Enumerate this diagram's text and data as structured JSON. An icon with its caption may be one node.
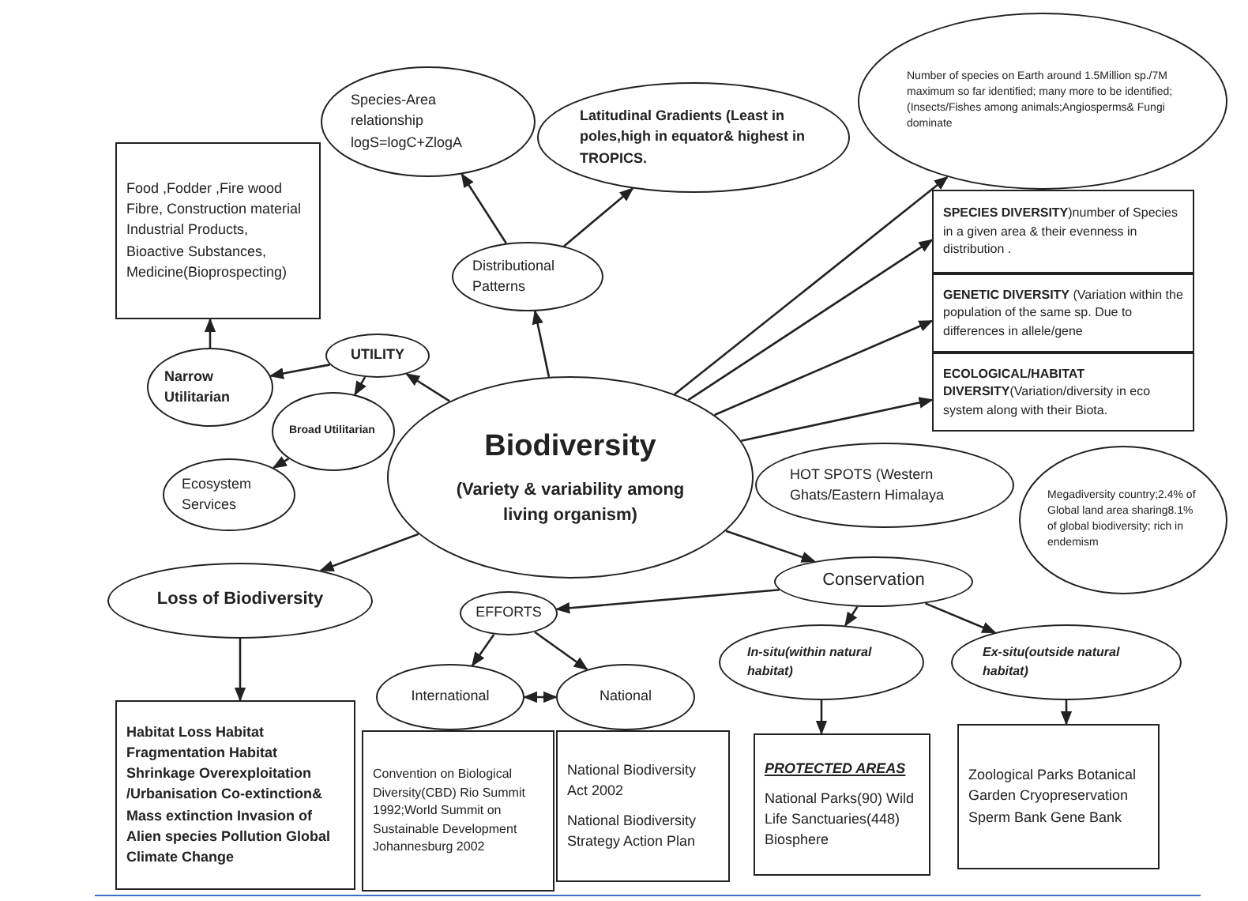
{
  "diagram": {
    "nodes": [
      {
        "text": [
          "Biodiversity",
          "(Variety & variability among living organism)"
        ]
      },
      {
        "text": [
          "Distributional Patterns"
        ]
      },
      {
        "text": [
          "Species-Area relationship logS=logC+ZlogA"
        ]
      },
      {
        "text": [
          "Latitudinal Gradients (Least in poles,high in equator& highest in TROPICS."
        ]
      },
      {
        "text": [
          "Number of species on Earth around 1.5Million sp./7M maximum so far identified; many more to be identified; (Insects/Fishes among animals;Angiosperms& Fungi dominate"
        ]
      },
      {
        "text": [
          "**SPECIES DIVERSITY**)number of Species in a given area & their evenness in distribution ."
        ]
      },
      {
        "text": [
          "**GENETIC DIVERSITY** (Variation within the population of the same sp. Due to differences in allele/gene"
        ]
      },
      {
        "text": [
          "**ECOLOGICAL/HABITAT DIVERSITY**(Variation/diversity in eco system along with their Biota."
        ]
      },
      {
        "text": [
          "UTILITY"
        ]
      },
      {
        "text": [
          "Narrow Utilitarian"
        ]
      },
      {
        "text": [
          "Broad Utilitarian"
        ]
      },
      {
        "text": [
          "Ecosystem Services"
        ]
      },
      {
        "text": [
          "Food ,Fodder ,Fire wood Fibre, Construction material Industrial Products, Bioactive Substances, Medicine(Bioprospecting)"
        ]
      },
      {
        "text": [
          "HOT SPOTS (Western Ghats/Eastern Himalaya"
        ]
      },
      {
        "text": [
          "Megadiversity country;2.4% of Global land area sharing8.1% of global biodiversity; rich in endemism"
        ]
      },
      {
        "text": [
          "Conservation"
        ]
      },
      {
        "text": [
          "Loss of Biodiversity"
        ]
      },
      {
        "text": [
          "EFFORTS"
        ]
      },
      {
        "text": [
          "International"
        ]
      },
      {
        "text": [
          "National"
        ]
      },
      {
        "text": [
          "In-situ(within natural habitat)"
        ]
      },
      {
        "text": [
          "Ex-situ(outside natural habitat)"
        ]
      },
      {
        "text": [
          "Habitat Loss Habitat Fragmentation Habitat Shrinkage Overexploitation /Urbanisation Co-extinction& Mass extinction Invasion of Alien species Pollution Global Climate Change"
        ]
      },
      {
        "text": [
          "Convention on Biological Diversity(CBD) Rio Summit 1992;World Summit on Sustainable Development Johannesburg 2002"
        ]
      },
      {
        "text": [
          "National Biodiversity Act 2002",
          "National Biodiversity Strategy Action Plan"
        ]
      },
      {
        "text": [
          "PROTECTED AREAS",
          "National Parks(90) Wild Life Sanctuaries(448) Biosphere"
        ]
      },
      {
        "text": [
          "Zoological Parks Botanical Garden Cryopreservation Sperm Bank Gene Bank"
        ]
      }
    ],
    "edges": [
      {
        "from": 0,
        "to": 8,
        "arrow": "to"
      },
      {
        "from": 8,
        "to": 9,
        "arrow": "to"
      },
      {
        "from": 8,
        "to": 10,
        "arrow": "to"
      },
      {
        "from": 10,
        "to": 11,
        "arrow": "to"
      },
      {
        "from": 9,
        "to": 12,
        "arrow": "to"
      },
      {
        "from": 0,
        "to": 1,
        "arrow": "to"
      },
      {
        "from": 1,
        "to": 2,
        "arrow": "to"
      },
      {
        "from": 1,
        "to": 3,
        "arrow": "to"
      },
      {
        "from": 0,
        "to": 4,
        "arrow": "to"
      },
      {
        "from": 0,
        "to": 5,
        "arrow": "to"
      },
      {
        "from": 0,
        "to": 6,
        "arrow": "to"
      },
      {
        "from": 0,
        "to": 7,
        "arrow": "to"
      },
      {
        "from": 0,
        "to": 16,
        "arrow": "to"
      },
      {
        "from": 0,
        "to": 15,
        "arrow": "to"
      },
      {
        "from": 15,
        "to": 17,
        "arrow": "to"
      },
      {
        "from": 17,
        "to": 18,
        "arrow": "to"
      },
      {
        "from": 17,
        "to": 19,
        "arrow": "to"
      },
      {
        "from": 18,
        "to": 19,
        "arrow": "both"
      },
      {
        "from": 15,
        "to": 20,
        "arrow": "to"
      },
      {
        "from": 15,
        "to": 21,
        "arrow": "to"
      },
      {
        "from": 20,
        "to": 25,
        "arrow": "to"
      },
      {
        "from": 21,
        "to": 26,
        "arrow": "to"
      },
      {
        "from": 16,
        "to": 22,
        "arrow": "to"
      }
    ]
  }
}
